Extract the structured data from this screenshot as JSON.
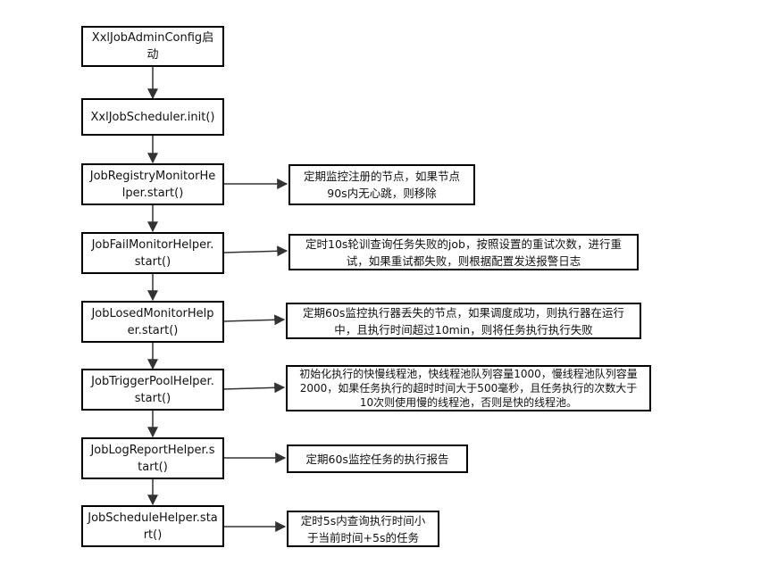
{
  "steps": [
    {
      "text": "XxlJobAdminConfig启\n动"
    },
    {
      "text": "XxlJobScheduler.init()"
    },
    {
      "text": "JobRegistryMonitorHe\nlper.start()",
      "note": "定期监控注册的节点，如果节点90s内无心跳，则移除"
    },
    {
      "text": "JobFailMonitorHelper.\nstart()",
      "note": "定时10s轮训查询任务失败的job，按照设置的重试次数，进行重试，如果重试都失败，则根据配置发送报警日志"
    },
    {
      "text": "JobLosedMonitorHelp\ner.start()",
      "note": "定期60s监控执行器丢失的节点，如果调度成功，则执行器在运行中，且执行时间超过10min，则将任务执行执行失败"
    },
    {
      "text": "JobTriggerPoolHelper.\nstart()",
      "note": "初始化执行的快慢线程池，快线程池队列容量1000，慢线程池队列容量2000，如果任务执行的超时时间大于500毫秒，且任务执行的次数大于10次则使用慢的线程池，否则是快的线程池。"
    },
    {
      "text": "JobLogReportHelper.s\ntart()",
      "note": "定期60s监控任务的执行报告"
    },
    {
      "text": "JobScheduleHelper.sta\nrt()",
      "note": "定时5s内查询执行时间小于当前时间+5s的任务"
    }
  ]
}
